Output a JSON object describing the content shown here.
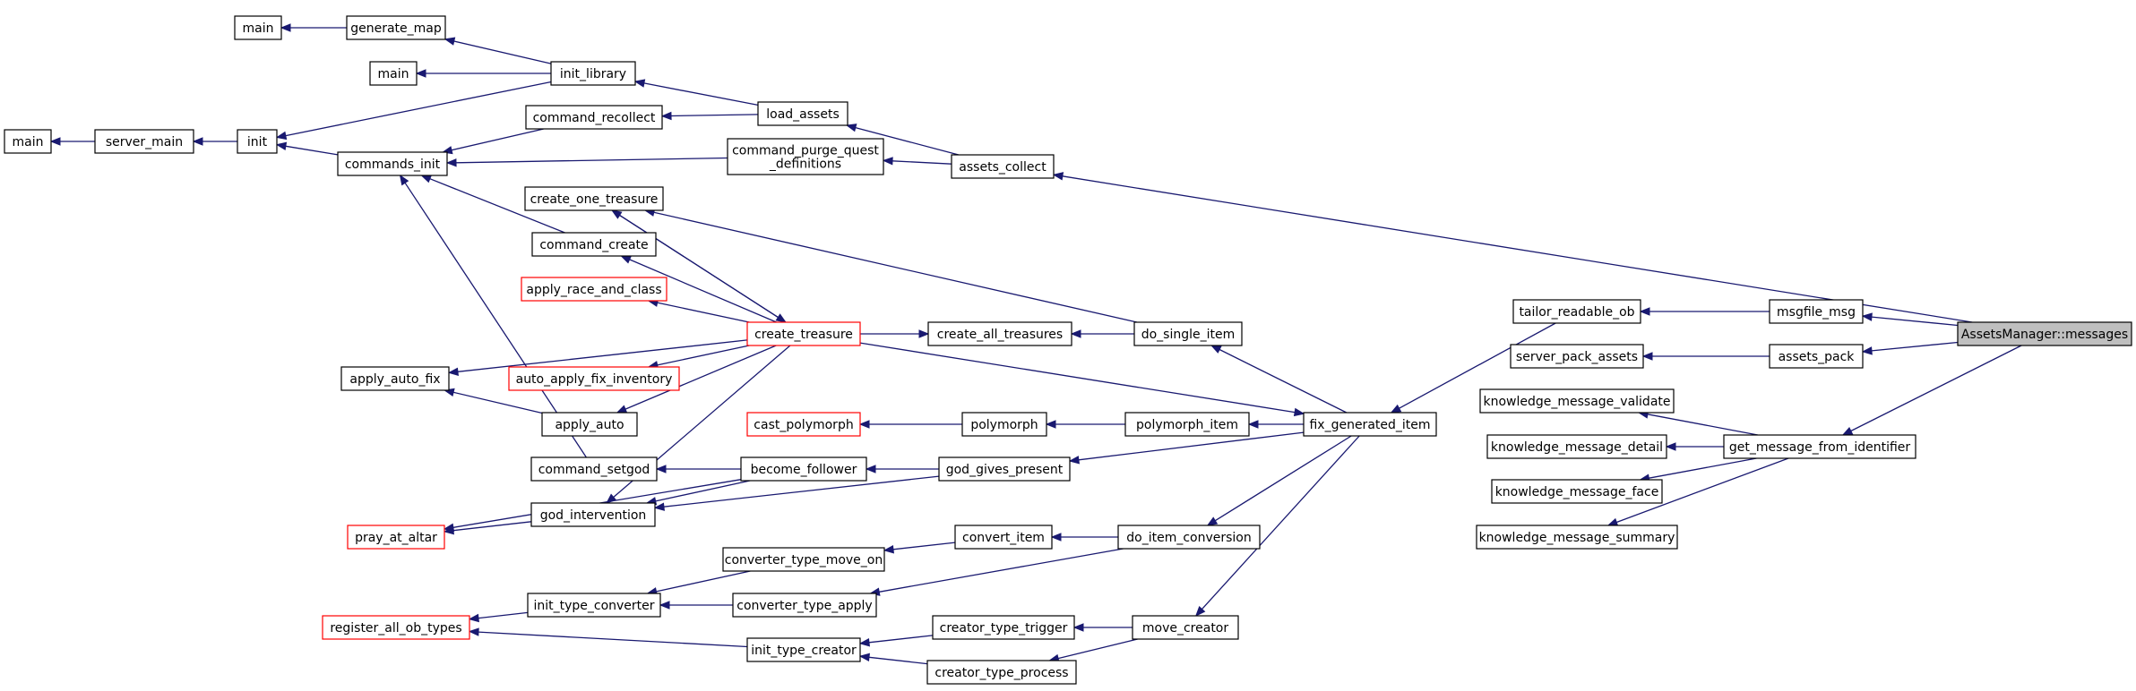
{
  "nodes": [
    {
      "id": "n_main_a",
      "label": "main"
    },
    {
      "id": "n_generate_map",
      "label": "generate_map"
    },
    {
      "id": "n_main_b",
      "label": "main"
    },
    {
      "id": "n_init_library",
      "label": "init_library"
    },
    {
      "id": "n_main_c",
      "label": "main"
    },
    {
      "id": "n_server_main",
      "label": "server_main"
    },
    {
      "id": "n_init",
      "label": "init"
    },
    {
      "id": "n_command_recollect",
      "label": "command_recollect"
    },
    {
      "id": "n_load_assets",
      "label": "load_assets"
    },
    {
      "id": "n_commands_init",
      "label": "commands_init"
    },
    {
      "id": "n_command_purge",
      "label": "command_purge_quest\n_definitions"
    },
    {
      "id": "n_assets_collect",
      "label": "assets_collect"
    },
    {
      "id": "n_create_one_treasure",
      "label": "create_one_treasure"
    },
    {
      "id": "n_command_create",
      "label": "command_create"
    },
    {
      "id": "n_apply_race_and_class",
      "label": "apply_race_and_class",
      "truncated": true
    },
    {
      "id": "n_create_treasure",
      "label": "create_treasure",
      "truncated": true
    },
    {
      "id": "n_create_all_treasures",
      "label": "create_all_treasures"
    },
    {
      "id": "n_do_single_item",
      "label": "do_single_item"
    },
    {
      "id": "n_apply_auto_fix",
      "label": "apply_auto_fix"
    },
    {
      "id": "n_auto_apply_fix_inventory",
      "label": "auto_apply_fix_inventory",
      "truncated": true
    },
    {
      "id": "n_apply_auto",
      "label": "apply_auto"
    },
    {
      "id": "n_cast_polymorph",
      "label": "cast_polymorph",
      "truncated": true
    },
    {
      "id": "n_polymorph",
      "label": "polymorph"
    },
    {
      "id": "n_polymorph_item",
      "label": "polymorph_item"
    },
    {
      "id": "n_fix_generated_item",
      "label": "fix_generated_item"
    },
    {
      "id": "n_command_setgod",
      "label": "command_setgod"
    },
    {
      "id": "n_become_follower",
      "label": "become_follower"
    },
    {
      "id": "n_god_gives_present",
      "label": "god_gives_present"
    },
    {
      "id": "n_god_intervention",
      "label": "god_intervention"
    },
    {
      "id": "n_pray_at_altar",
      "label": "pray_at_altar",
      "truncated": true
    },
    {
      "id": "n_convert_item",
      "label": "convert_item"
    },
    {
      "id": "n_do_item_conversion",
      "label": "do_item_conversion"
    },
    {
      "id": "n_converter_type_move_on",
      "label": "converter_type_move_on"
    },
    {
      "id": "n_init_type_converter",
      "label": "init_type_converter"
    },
    {
      "id": "n_converter_type_apply",
      "label": "converter_type_apply"
    },
    {
      "id": "n_register_all_ob_types",
      "label": "register_all_ob_types",
      "truncated": true
    },
    {
      "id": "n_creator_type_trigger",
      "label": "creator_type_trigger"
    },
    {
      "id": "n_move_creator",
      "label": "move_creator"
    },
    {
      "id": "n_init_type_creator",
      "label": "init_type_creator"
    },
    {
      "id": "n_creator_type_process",
      "label": "creator_type_process"
    },
    {
      "id": "n_tailor_readable_ob",
      "label": "tailor_readable_ob"
    },
    {
      "id": "n_msgfile_msg",
      "label": "msgfile_msg"
    },
    {
      "id": "n_server_pack_assets",
      "label": "server_pack_assets"
    },
    {
      "id": "n_assets_pack",
      "label": "assets_pack"
    },
    {
      "id": "n_knowledge_message_validate",
      "label": "knowledge_message_validate"
    },
    {
      "id": "n_knowledge_message_detail",
      "label": "knowledge_message_detail"
    },
    {
      "id": "n_get_message_from_identifier",
      "label": "get_message_from_identifier"
    },
    {
      "id": "n_knowledge_message_face",
      "label": "knowledge_message_face"
    },
    {
      "id": "n_knowledge_message_summary",
      "label": "knowledge_message_summary"
    },
    {
      "id": "n_messages",
      "label": "AssetsManager::messages",
      "focus": true
    }
  ],
  "edges": [
    [
      "n_main_a",
      "n_generate_map"
    ],
    [
      "n_generate_map",
      "n_init_library"
    ],
    [
      "n_main_b",
      "n_init_library"
    ],
    [
      "n_init",
      "n_init_library"
    ],
    [
      "n_main_c",
      "n_server_main"
    ],
    [
      "n_server_main",
      "n_init"
    ],
    [
      "n_init",
      "n_commands_init"
    ],
    [
      "n_commands_init",
      "n_command_recollect"
    ],
    [
      "n_commands_init",
      "n_command_purge"
    ],
    [
      "n_commands_init",
      "n_command_create"
    ],
    [
      "n_commands_init",
      "n_command_setgod"
    ],
    [
      "n_init_library",
      "n_load_assets"
    ],
    [
      "n_command_recollect",
      "n_load_assets"
    ],
    [
      "n_load_assets",
      "n_assets_collect"
    ],
    [
      "n_command_purge",
      "n_assets_collect"
    ],
    [
      "n_assets_collect",
      "n_messages"
    ],
    [
      "n_create_treasure",
      "n_create_one_treasure"
    ],
    [
      "n_create_one_treasure",
      "n_create_treasure"
    ],
    [
      "n_command_create",
      "n_create_treasure"
    ],
    [
      "n_apply_race_and_class",
      "n_create_treasure"
    ],
    [
      "n_apply_auto_fix",
      "n_create_treasure"
    ],
    [
      "n_auto_apply_fix_inventory",
      "n_create_treasure"
    ],
    [
      "n_apply_auto",
      "n_create_treasure"
    ],
    [
      "n_god_intervention",
      "n_create_treasure"
    ],
    [
      "n_create_all_treasures",
      "n_create_treasure"
    ],
    [
      "n_fix_generated_item",
      "n_create_treasure"
    ],
    [
      "n_apply_auto_fix",
      "n_apply_auto"
    ],
    [
      "n_create_one_treasure",
      "n_do_single_item"
    ],
    [
      "n_create_all_treasures",
      "n_do_single_item"
    ],
    [
      "n_do_single_item",
      "n_fix_generated_item"
    ],
    [
      "n_cast_polymorph",
      "n_polymorph"
    ],
    [
      "n_polymorph",
      "n_polymorph_item"
    ],
    [
      "n_polymorph_item",
      "n_fix_generated_item"
    ],
    [
      "n_command_setgod",
      "n_become_follower"
    ],
    [
      "n_god_intervention",
      "n_become_follower"
    ],
    [
      "n_become_follower",
      "n_god_gives_present"
    ],
    [
      "n_god_intervention",
      "n_god_gives_present"
    ],
    [
      "n_god_gives_present",
      "n_fix_generated_item"
    ],
    [
      "n_pray_at_altar",
      "n_god_intervention"
    ],
    [
      "n_pray_at_altar",
      "n_become_follower"
    ],
    [
      "n_convert_item",
      "n_do_item_conversion"
    ],
    [
      "n_converter_type_move_on",
      "n_convert_item"
    ],
    [
      "n_init_type_converter",
      "n_converter_type_move_on"
    ],
    [
      "n_init_type_converter",
      "n_converter_type_apply"
    ],
    [
      "n_converter_type_apply",
      "n_do_item_conversion"
    ],
    [
      "n_do_item_conversion",
      "n_fix_generated_item"
    ],
    [
      "n_register_all_ob_types",
      "n_init_type_converter"
    ],
    [
      "n_register_all_ob_types",
      "n_init_type_creator"
    ],
    [
      "n_init_type_creator",
      "n_creator_type_trigger"
    ],
    [
      "n_init_type_creator",
      "n_creator_type_process"
    ],
    [
      "n_creator_type_trigger",
      "n_move_creator"
    ],
    [
      "n_creator_type_process",
      "n_move_creator"
    ],
    [
      "n_move_creator",
      "n_fix_generated_item"
    ],
    [
      "n_fix_generated_item",
      "n_tailor_readable_ob"
    ],
    [
      "n_tailor_readable_ob",
      "n_msgfile_msg"
    ],
    [
      "n_msgfile_msg",
      "n_messages"
    ],
    [
      "n_server_pack_assets",
      "n_assets_pack"
    ],
    [
      "n_assets_pack",
      "n_messages"
    ],
    [
      "n_knowledge_message_validate",
      "n_get_message_from_identifier"
    ],
    [
      "n_knowledge_message_detail",
      "n_get_message_from_identifier"
    ],
    [
      "n_knowledge_message_face",
      "n_get_message_from_identifier"
    ],
    [
      "n_knowledge_message_summary",
      "n_get_message_from_identifier"
    ],
    [
      "n_get_message_from_identifier",
      "n_messages"
    ]
  ]
}
